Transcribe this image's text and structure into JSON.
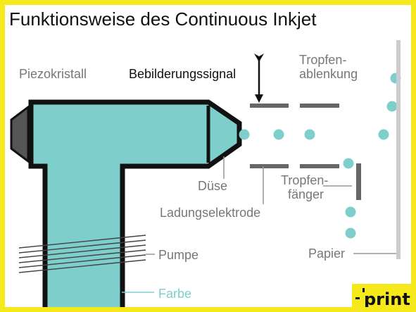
{
  "title": "Funktionsweise des Continuous Inkjet",
  "labels": {
    "piezo": "Piezokristall",
    "signal": "Bebilderungssignal",
    "deflection_line1": "Tropfen-",
    "deflection_line2": "ablenkung",
    "nozzle": "Düse",
    "catcher_line1": "Tropfen-",
    "catcher_line2": "fänger",
    "electrode": "Ladungselektrode",
    "pump": "Pumpe",
    "ink": "Farbe",
    "paper": "Papier"
  },
  "logo": {
    "text": "print"
  },
  "colors": {
    "border": "#f6e91b",
    "ink": "#7ecfcc",
    "outline": "#111111",
    "electrode": "#666666",
    "leader": "#999999",
    "paper": "#cccccc",
    "piezo": "#555555",
    "logo_bg": "#f6e91b"
  }
}
